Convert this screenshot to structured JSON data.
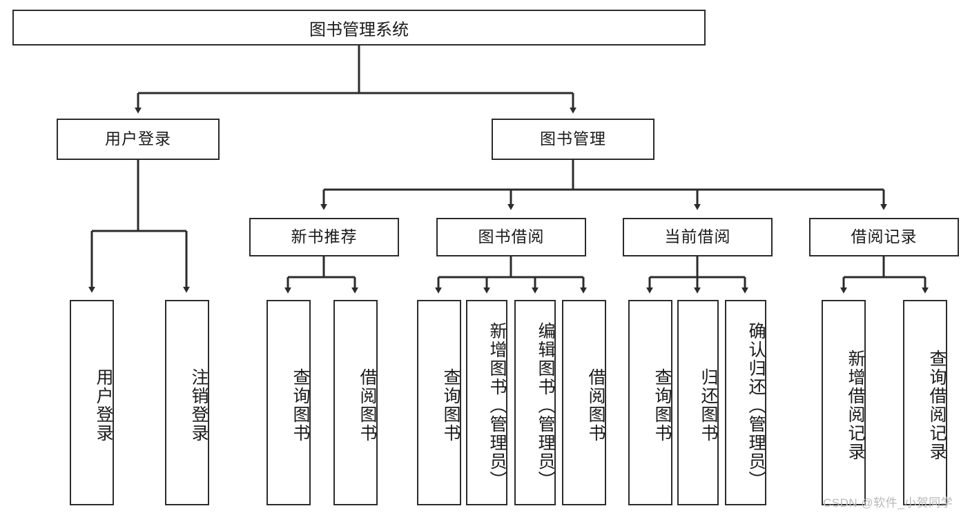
{
  "diagram": {
    "title": "图书管理系统",
    "type": "tree-hierarchy-chart",
    "watermark": "CSDN @软件_小贺同学",
    "colors": {
      "node_border": "#2b2b2b",
      "node_fill": "#ffffff",
      "edge": "#2b2b2b",
      "text": "#1a1a1a",
      "watermark": "#b9b9b9"
    },
    "root": {
      "id": "root",
      "label": "图书管理系统"
    },
    "level2": [
      {
        "id": "user-login",
        "label": "用户登录"
      },
      {
        "id": "book-manage",
        "label": "图书管理"
      }
    ],
    "level3": [
      {
        "id": "new-book-recommend",
        "label": "新书推荐"
      },
      {
        "id": "book-borrow",
        "label": "图书借阅"
      },
      {
        "id": "current-borrow",
        "label": "当前借阅"
      },
      {
        "id": "borrow-record",
        "label": "借阅记录"
      }
    ],
    "leaves": [
      {
        "id": "leaf-user-login",
        "label": "用户登录",
        "parent": "user-login"
      },
      {
        "id": "leaf-logout",
        "label": "注销登录",
        "parent": "user-login"
      },
      {
        "id": "leaf-query-book-1",
        "label": "查询图书",
        "parent": "new-book-recommend"
      },
      {
        "id": "leaf-borrow-book-1",
        "label": "借阅图书",
        "parent": "new-book-recommend"
      },
      {
        "id": "leaf-query-book-2",
        "label": "查询图书",
        "parent": "book-borrow"
      },
      {
        "id": "leaf-add-book",
        "label": "新增图书（管理员）",
        "parent": "book-borrow"
      },
      {
        "id": "leaf-edit-book",
        "label": "编辑图书（管理员）",
        "parent": "book-borrow"
      },
      {
        "id": "leaf-borrow-book-2",
        "label": "借阅图书",
        "parent": "book-borrow"
      },
      {
        "id": "leaf-query-book-3",
        "label": "查询图书",
        "parent": "current-borrow"
      },
      {
        "id": "leaf-return-book",
        "label": "归还图书",
        "parent": "current-borrow"
      },
      {
        "id": "leaf-confirm-return",
        "label": "确认归还（管理员）",
        "parent": "current-borrow"
      },
      {
        "id": "leaf-add-record",
        "label": "新增借阅记录",
        "parent": "borrow-record"
      },
      {
        "id": "leaf-query-record",
        "label": "查询借阅记录",
        "parent": "borrow-record"
      }
    ]
  }
}
